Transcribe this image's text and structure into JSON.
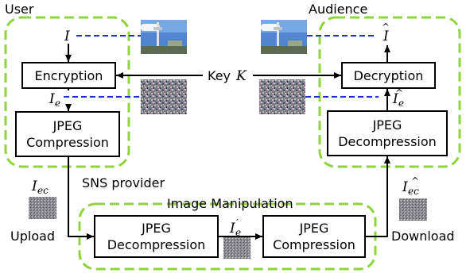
{
  "groups": {
    "user": "User",
    "audience": "Audience",
    "sns_provider": "SNS provider",
    "image_manipulation": "Image Manipulation"
  },
  "boxes": {
    "encryption": "Encryption",
    "jpeg_compression_user": [
      "JPEG",
      "Compression"
    ],
    "decryption": "Decryption",
    "jpeg_decompression_audience": [
      "JPEG",
      "Decompression"
    ],
    "jpeg_decompression_sns": [
      "JPEG",
      "Decompression"
    ],
    "jpeg_compression_sns": [
      "JPEG",
      "Compression"
    ]
  },
  "labels": {
    "key": "Key",
    "key_symbol": "K",
    "upload": "Upload",
    "download": "Download"
  },
  "symbols": {
    "image": "I",
    "encrypted_sub": "e",
    "compressed_sub": "ec",
    "prime": "′",
    "hat": "^"
  },
  "colors": {
    "group_border": "#8fd43a",
    "link_line": "#1f2fd0",
    "box_border": "#000000"
  }
}
